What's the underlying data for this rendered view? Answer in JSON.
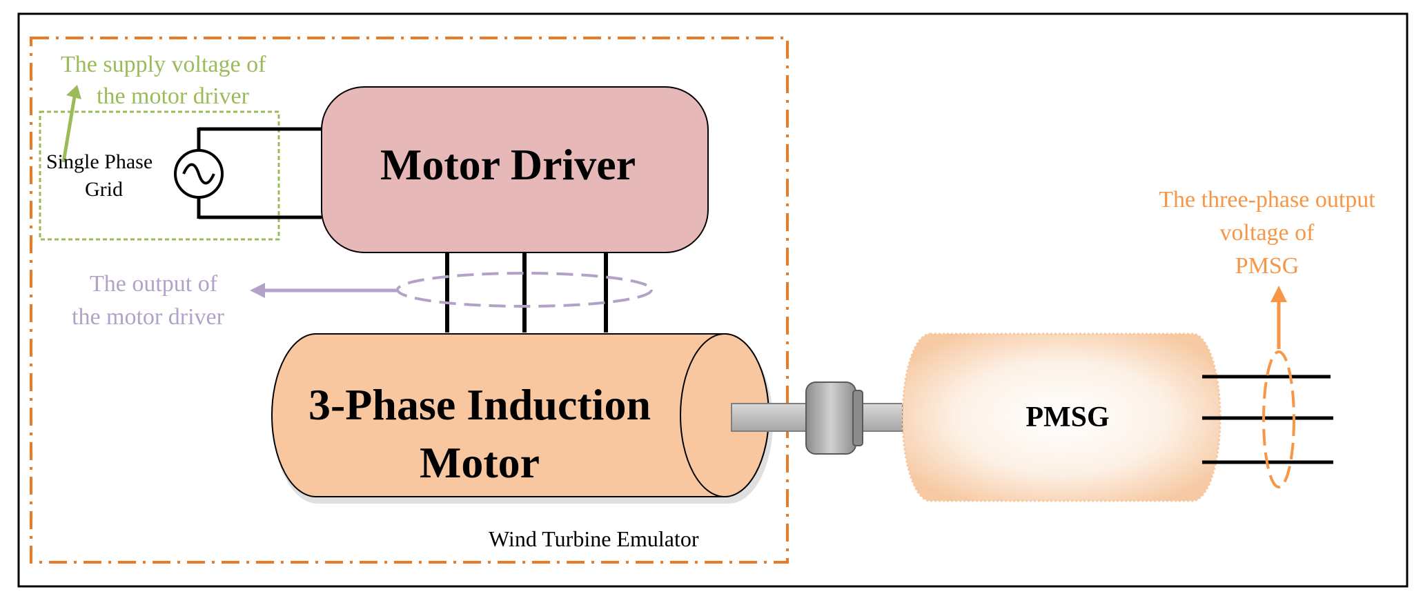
{
  "diagram": {
    "motor_driver": {
      "label": "Motor Driver"
    },
    "induction_motor": {
      "label_line1": "3-Phase Induction",
      "label_line2": "Motor"
    },
    "pmsg": {
      "label": "PMSG"
    },
    "grid": {
      "label_line1": "Single Phase",
      "label_line2": "Grid"
    },
    "emulator": {
      "label": "Wind Turbine Emulator"
    },
    "annotations": {
      "supply_voltage": {
        "line1": "The supply voltage of",
        "line2": "the motor driver"
      },
      "driver_output": {
        "line1": "The output of",
        "line2": "the motor driver"
      },
      "pmsg_output": {
        "line1": "The three-phase output",
        "line2": "voltage of",
        "line3": "PMSG"
      }
    }
  },
  "colors": {
    "motor_driver_fill": "#e6b8b7",
    "motor_fill": "#f8c7a0",
    "pmsg_fill": "#fbe1cb",
    "emulator_border": "#e97b26",
    "supply_annotation": "#9bbb59",
    "driver_output_annotation": "#b3a2c7",
    "pmsg_output_annotation": "#f79646",
    "shaft": "#bfbfbf"
  }
}
